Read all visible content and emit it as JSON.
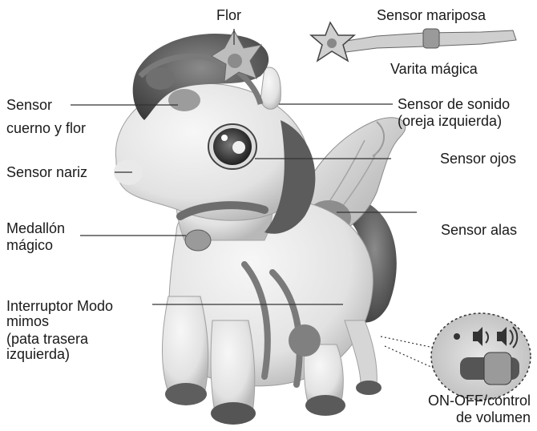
{
  "labels": {
    "flor": "Flor",
    "sensor_mariposa": "Sensor mariposa",
    "varita_magica": "Varita mágica",
    "sensor_cuerno_flor_l1": "Sensor",
    "sensor_cuerno_flor_l2": "cuerno y flor",
    "sensor_sonido_l1": "Sensor de sonido",
    "sensor_sonido_l2": "(oreja izquierda)",
    "sensor_ojos": "Sensor ojos",
    "sensor_nariz": "Sensor nariz",
    "sensor_alas": "Sensor alas",
    "medallon_l1": "Medallón",
    "medallon_l2": "mágico",
    "interruptor_l1": "Interruptor Modo",
    "interruptor_l2": "mimos",
    "interruptor_l3": "(pata trasera",
    "interruptor_l4": "izquierda)",
    "onoff_l1": "ON-OFF/control",
    "onoff_l2": "de volumen"
  },
  "colors": {
    "line": "#333333",
    "fur": "#eeeeee",
    "fur_shadow": "#bdbdbd",
    "mane": "#4a4a4a",
    "hoof": "#5e5e5e",
    "wing": "#d6d6d6",
    "switch_panel": "#d9d9d9"
  }
}
